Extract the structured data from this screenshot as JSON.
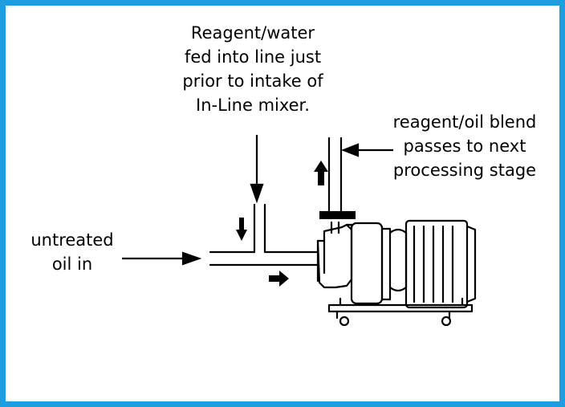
{
  "labels": {
    "reagent": [
      "Reagent/water",
      "fed into line just",
      "prior to intake of",
      "In-Line mixer."
    ],
    "blend": [
      "reagent/oil blend",
      "passes to next",
      "processing stage"
    ],
    "oil_in": [
      "untreated",
      "oil in"
    ]
  },
  "colors": {
    "border": "#1e9ee0",
    "line": "#000000",
    "background": "#ffffff"
  },
  "icons": [
    "in-line-mixer-pump-icon",
    "electric-motor-icon"
  ]
}
